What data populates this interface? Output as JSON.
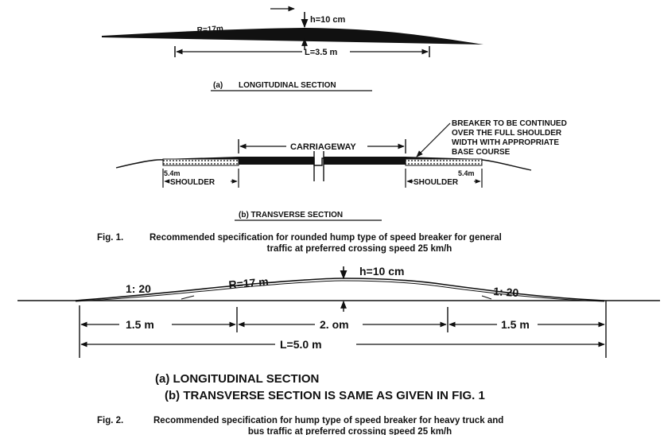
{
  "fig1": {
    "long": {
      "height": "h=10 cm",
      "radius": "R=17m",
      "length": "L=3.5 m",
      "label": "(a)",
      "title": "LONGITUDINAL SECTION"
    },
    "trans": {
      "carriageway": "CARRIAGEWAY",
      "note": [
        "BREAKER TO BE CONTINUED",
        "OVER THE FULL SHOULDER",
        "WIDTH WITH APPROPRIATE",
        "BASE COURSE"
      ],
      "shoulder_left": "SHOULDER",
      "shoulder_right": "SHOULDER",
      "dim_left": "5.4m",
      "dim_right": "5.4m",
      "title": "(b) TRANSVERSE  SECTION"
    },
    "caption": {
      "label": "Fig. 1.",
      "line1": "Recommended specification for rounded hump type of speed breaker for general",
      "line2": "traffic at preferred crossing speed 25 km/h"
    }
  },
  "fig2": {
    "height": "h=10 cm",
    "slope_left": "1: 20",
    "slope_right": "1: 20",
    "radius": "R=17 m",
    "seg_left": "1.5 m",
    "seg_mid": "2. om",
    "seg_right": "1.5 m",
    "total": "L=5.0 m",
    "title_a": "(a) LONGITUDINAL SECTION",
    "title_b": "(b) TRANSVERSE  SECTION IS SAME AS GIVEN IN FIG. 1",
    "caption": {
      "label": "Fig. 2.",
      "line1": "Recommended specification for  hump type of speed breaker for heavy truck and",
      "line2": "bus traffic at preferred crossing speed 25 km/h"
    }
  }
}
